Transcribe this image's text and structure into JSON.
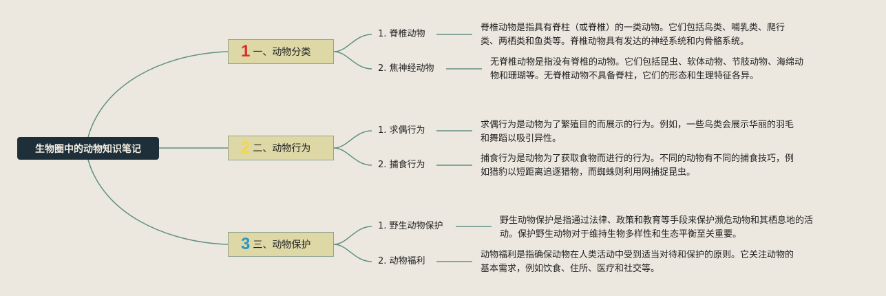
{
  "root": {
    "title": "生物圈中的动物知识笔记"
  },
  "colors": {
    "root_bg": "#1e2f39",
    "branch_bg": "#ddd8a6",
    "line": "#5f907f",
    "num1": "#d9302a",
    "num2": "#f2d64b",
    "num3": "#2a95c9"
  },
  "branches": [
    {
      "number": "1",
      "label": "一、动物分类",
      "children": [
        {
          "label": "1. 脊椎动物",
          "desc_line1": "脊椎动物是指具有脊柱（或脊椎）的一类动物。它们包括鸟类、哺乳类、爬行",
          "desc_line2": "类、两栖类和鱼类等。脊椎动物具有发达的神经系统和内骨骼系统。"
        },
        {
          "label": "2. 焦神经动物",
          "desc_line1": "无脊椎动物是指没有脊椎的动物。它们包括昆虫、软体动物、节肢动物、海绵动",
          "desc_line2": "物和珊瑚等。无脊椎动物不具备脊柱，它们的形态和生理特征各异。"
        }
      ]
    },
    {
      "number": "2",
      "label": "二、动物行为",
      "children": [
        {
          "label": "1. 求偶行为",
          "desc_line1": "求偶行为是动物为了繁殖目的而展示的行为。例如，一些鸟类会展示华丽的羽毛",
          "desc_line2": "和舞蹈以吸引异性。"
        },
        {
          "label": "2. 捕食行为",
          "desc_line1": "捕食行为是动物为了获取食物而进行的行为。不同的动物有不同的捕食技巧，例",
          "desc_line2": "如猎豹以短距离追逐猎物，而蜘蛛则利用网捕捉昆虫。"
        }
      ]
    },
    {
      "number": "3",
      "label": "三、动物保护",
      "children": [
        {
          "label": "1. 野生动物保护",
          "desc_line1": "野生动物保护是指通过法律、政策和教育等手段来保护濒危动物和其栖息地的活",
          "desc_line2": "动。保护野生动物对于维持生物多样性和生态平衡至关重要。"
        },
        {
          "label": "2. 动物福利",
          "desc_line1": "动物福利是指确保动物在人类活动中受到适当对待和保护的原则。它关注动物的",
          "desc_line2": "基本需求，例如饮食、住所、医疗和社交等。"
        }
      ]
    }
  ]
}
